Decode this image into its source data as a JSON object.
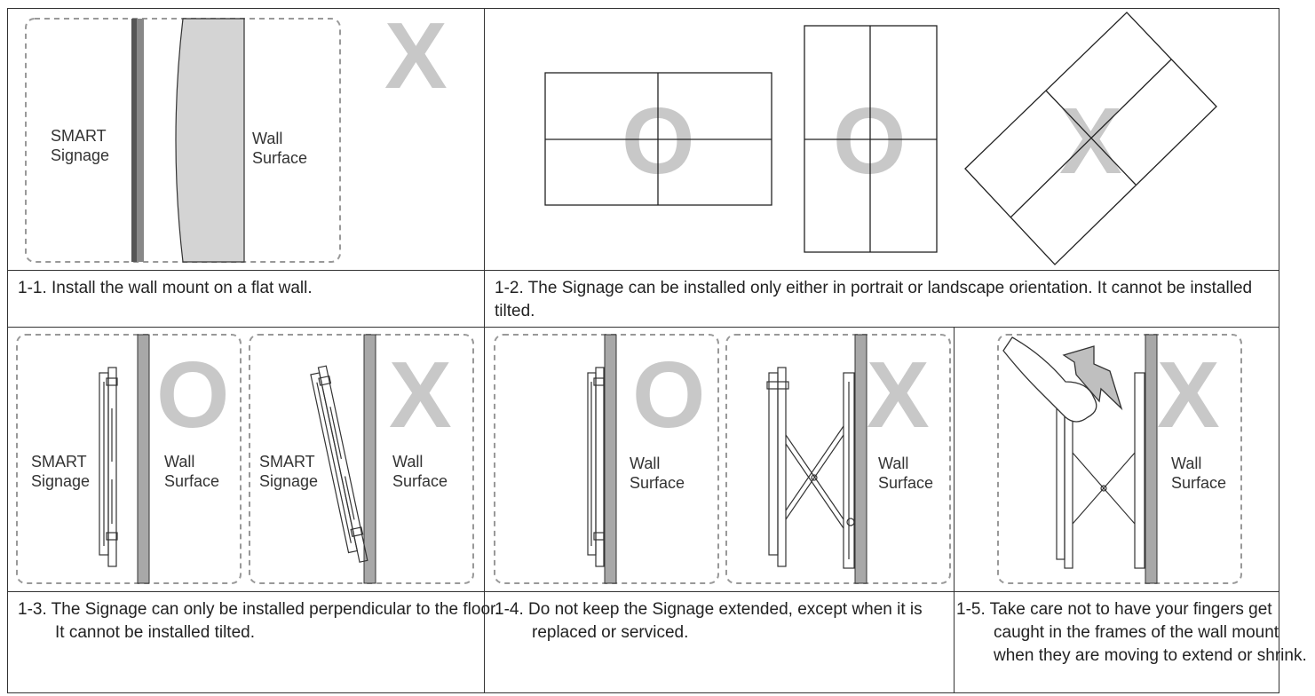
{
  "panels": {
    "p1_1": {
      "caption": "1-1. Install the wall mount on a flat wall.",
      "signage_label": "SMART\nSignage",
      "wall_label": "Wall\nSurface",
      "mark": "X"
    },
    "p1_2": {
      "caption": "1-2. The Signage can be installed only either in portrait or landscape orientation. It cannot be installed tilted.",
      "marks": [
        "O",
        "O",
        "X"
      ]
    },
    "p1_3": {
      "caption": "1-3. The Signage can only be installed perpendicular to the floor. It cannot be installed tilted.",
      "left": {
        "signage_label": "SMART\nSignage",
        "wall_label": "Wall\nSurface",
        "mark": "O"
      },
      "right": {
        "signage_label": "SMART\nSignage",
        "wall_label": "Wall\nSurface",
        "mark": "X"
      }
    },
    "p1_4": {
      "caption": "1-4. Do not keep the Signage extended, except when it is replaced or serviced.",
      "left": {
        "wall_label": "Wall\nSurface",
        "mark": "O"
      },
      "right": {
        "wall_label": "Wall\nSurface",
        "mark": "X"
      }
    },
    "p1_5": {
      "caption": "1-5. Take care not to have your fingers get caught in the frames of the wall mount when they are moving to extend or shrink.",
      "wall_label": "Wall\nSurface",
      "mark": "X"
    }
  },
  "colors": {
    "mark": "#c8c8c8",
    "frame": "#333333",
    "dash": "#999999"
  }
}
